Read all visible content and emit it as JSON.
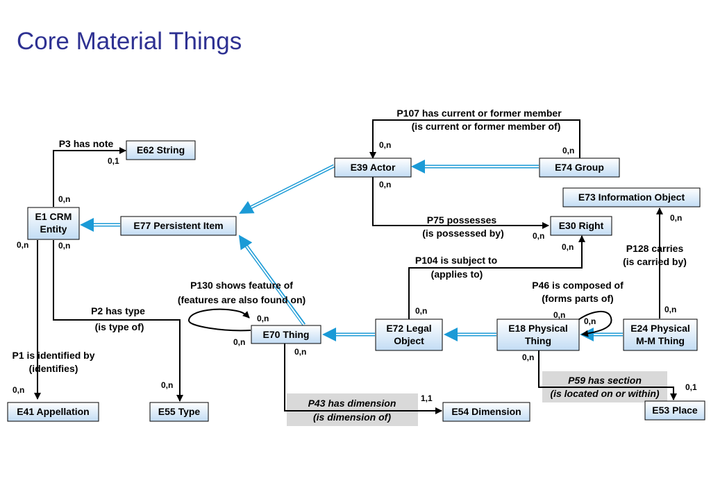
{
  "title": "Core Material Things",
  "colors": {
    "title": "#2e3192",
    "isa": "#1b9ad6",
    "box_top": "#ffffff",
    "box_bottom": "#c2dcf4",
    "note_bg": "#d9d9d9"
  },
  "entities": {
    "e62": "E62 String",
    "e39": "E39 Actor",
    "e74": "E74 Group",
    "e73": "E73 Information Object",
    "e1": [
      "E1 CRM",
      "Entity"
    ],
    "e77": "E77 Persistent Item",
    "e30": "E30 Right",
    "e70": "E70 Thing",
    "e72": [
      "E72 Legal",
      "Object"
    ],
    "e18": [
      "E18 Physical",
      "Thing"
    ],
    "e24": [
      "E24 Physical",
      "M-M Thing"
    ],
    "e41": "E41 Appellation",
    "e55": "E55 Type",
    "e54": "E54 Dimension",
    "e53": "E53 Place"
  },
  "properties": {
    "p107": [
      "P107 has current or former member",
      "(is current or former member of)"
    ],
    "p3": [
      "P3 has note"
    ],
    "p75": [
      "P75 possesses",
      "(is possessed by)"
    ],
    "p128": [
      "P128 carries",
      "(is carried by)"
    ],
    "p104": [
      "P104 is subject to",
      "(applies to)"
    ],
    "p130": [
      "P130 shows feature of",
      "(features are also found on)"
    ],
    "p46": [
      "P46 is composed of",
      "(forms parts of)"
    ],
    "p2": [
      "P2 has type",
      "(is type of)"
    ],
    "p1": [
      "P1 is identified by",
      "(identifies)"
    ],
    "p59": [
      "P59 has section",
      "(is located on or within)"
    ],
    "p43": [
      "P43 has dimension",
      "(is dimension of)"
    ]
  },
  "cardinalities": {
    "p107_a": "0,n",
    "p107_b": "0,n",
    "p3_a": "0,n",
    "p3_b": "0,1",
    "p75_a": "0,n",
    "p75_b": "0,n",
    "p128_a": "0,n",
    "p128_b": "0,n",
    "p104_a": "0,n",
    "p104_b": "0,n",
    "p130_a": "0,n",
    "p130_b": "0,n",
    "p46_a": "0,n",
    "p46_b": "0,n",
    "p2_a": "0,n",
    "p2_b": "0,n",
    "p1_a": "0,n",
    "p1_b": "0,n",
    "p43_a": "0,n",
    "p43_b": "1,1",
    "p59_a": "0,n",
    "p59_b": "0,1"
  }
}
